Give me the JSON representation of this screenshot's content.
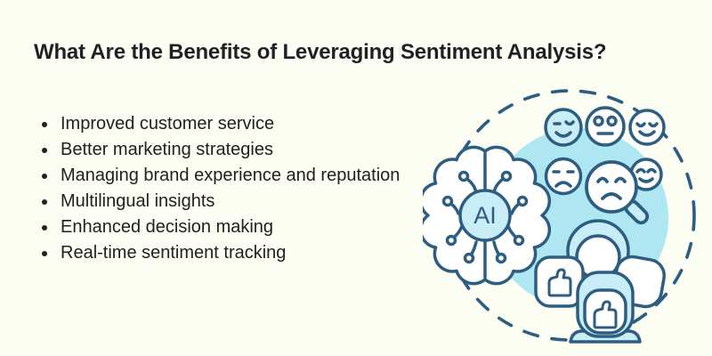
{
  "page": {
    "background_color": "#fcfdf3"
  },
  "header": {
    "title": "What Are the Benefits of Leveraging Sentiment Analysis?",
    "title_color": "#1e2126"
  },
  "benefits": {
    "items": [
      "Improved customer service",
      "Better marketing strategies",
      "Managing brand experience and reputation",
      "Multilingual insights",
      "Enhanced decision making",
      "Real-time sentiment tracking"
    ],
    "text_color": "#212121"
  },
  "illustration": {
    "ai_label": "AI",
    "icon_names": [
      "dashed-circle-icon",
      "highlight-circle-icon",
      "brain-circuit-icon",
      "ai-badge-icon",
      "emoji-wink-icon",
      "emoji-neutral-icon",
      "emoji-happy-icon",
      "emoji-sad-icon",
      "emoji-smile-small-icon",
      "magnifier-frown-icon",
      "people-thumbs-up-icon"
    ],
    "colors": {
      "outline_navy": "#2d5e82",
      "circle_cyan": "#aee6f1",
      "light_cyan": "#c9edf6",
      "white": "#ffffff"
    }
  }
}
